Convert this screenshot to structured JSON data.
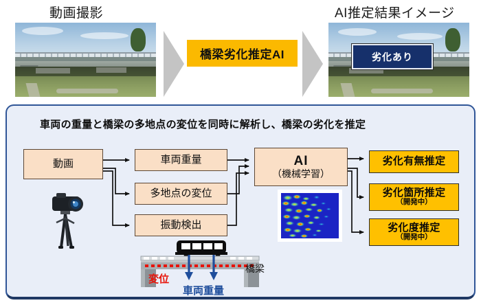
{
  "top": {
    "left_title": "動画撮影",
    "right_title": "AI推定結果イメージ",
    "ai_pill_label": "橋梁劣化推定AI",
    "result_badge_label": "劣化あり",
    "chevron_1_name": "arrow-right-chevron",
    "chevron_2_name": "arrow-right-chevron",
    "left_photo_alt": "bridge-photo",
    "right_photo_alt": "bridge-photo-with-result"
  },
  "panel": {
    "heading": "車両の重量と橋梁の多地点の変位を同時に解析し、橋梁の劣化を推定",
    "border_color": "#2f5597",
    "background_color": "#e9eef8"
  },
  "flow": {
    "input": {
      "label": "動画"
    },
    "features": [
      {
        "label": "車両重量"
      },
      {
        "label": "多地点の変位"
      },
      {
        "label": "振動検出"
      }
    ],
    "ai": {
      "line1": "AI",
      "line2": "（機械学習）"
    },
    "outputs": [
      {
        "label": "劣化有無推定",
        "sub": ""
      },
      {
        "label": "劣化箇所推定",
        "sub": "（開発中）"
      },
      {
        "label": "劣化度推定",
        "sub": "（開発中）"
      }
    ],
    "box_fill_color": "#fadfc6",
    "output_fill_color": "#ffc000"
  },
  "illustration": {
    "camera_icon": "camera-on-tripod-icon",
    "heatmap_label": "ai-heatmap-visualization",
    "bridge_label": "橋梁",
    "displacement_label": "変位",
    "vehicle_weight_label": "車両重量",
    "displacement_color": "#e8140a",
    "vehicle_weight_color": "#1f4e9c",
    "vehicle_icon": "bus-icon"
  }
}
